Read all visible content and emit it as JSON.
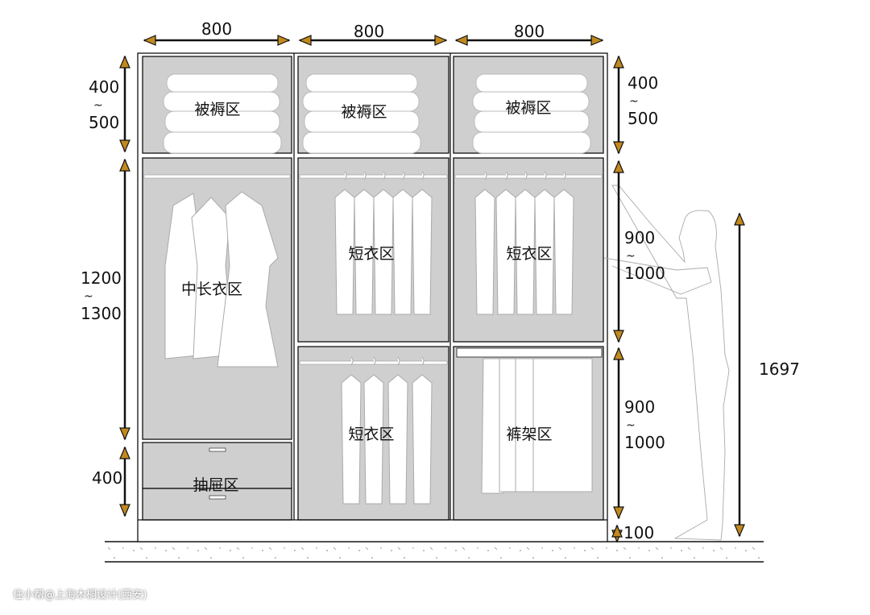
{
  "colors": {
    "arrowhead": "#c2891f",
    "panel": "#cfcfcf",
    "line": "#111111"
  },
  "width_dims": [
    "800",
    "800",
    "800"
  ],
  "left_dims": [
    {
      "top": "400",
      "sep": "~",
      "bottom": "500"
    },
    {
      "top": "1200",
      "sep": "~",
      "bottom": "1300"
    },
    {
      "single": "400"
    }
  ],
  "right_dims": [
    {
      "top": "400",
      "sep": "~",
      "bottom": "500"
    },
    {
      "top": "900",
      "sep": "~",
      "bottom": "1000"
    },
    {
      "top": "900",
      "sep": "~",
      "bottom": "1000"
    },
    {
      "single": "100"
    }
  ],
  "person_height": "1697",
  "zones": {
    "bedding": [
      "被褥区",
      "被褥区",
      "被褥区"
    ],
    "long_clothes": "中长衣区",
    "short_clothes": [
      "短衣区",
      "短衣区",
      "短衣区"
    ],
    "trousers": "裤架区",
    "drawer": "抽屉区"
  },
  "watermark": "住小帮@上海木桐设计(西安)"
}
